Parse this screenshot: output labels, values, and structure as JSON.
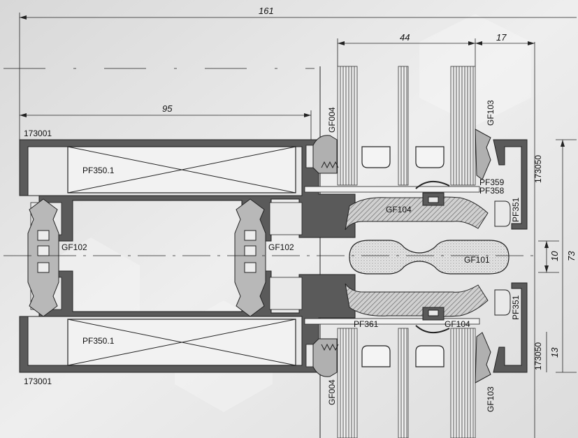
{
  "dimensions": {
    "overall_width": "161",
    "glass_thickness": "44",
    "glazing_bead": "17",
    "frame_depth": "95",
    "joint_gap": "10",
    "height_total": "73",
    "edge_offset": "13"
  },
  "parts": {
    "profile_top": "173001",
    "profile_bottom": "173001",
    "insert_top": "PF350.1",
    "insert_bottom": "PF350.1",
    "connector_left": "GF102",
    "connector_right": "GF102",
    "gasket_top_left": "GF004",
    "gasket_bottom_left": "GF004",
    "gasket_top_right": "GF103",
    "gasket_bottom_right": "GF103",
    "bead_top": "173050",
    "bead_bottom": "173050",
    "spacer_top": "PF359",
    "spacer_top_2": "PF358",
    "clip_top": "PF351",
    "clip_bottom": "PF351",
    "gasket_center_top": "GF104",
    "gasket_center_bottom": "GF104",
    "center_seal": "GF101",
    "spacer_bottom": "PF361"
  },
  "colors": {
    "profile": "#5a5a5a",
    "background": "#e6e6e6",
    "gasket": "#b8b8b8",
    "line": "#111111"
  }
}
